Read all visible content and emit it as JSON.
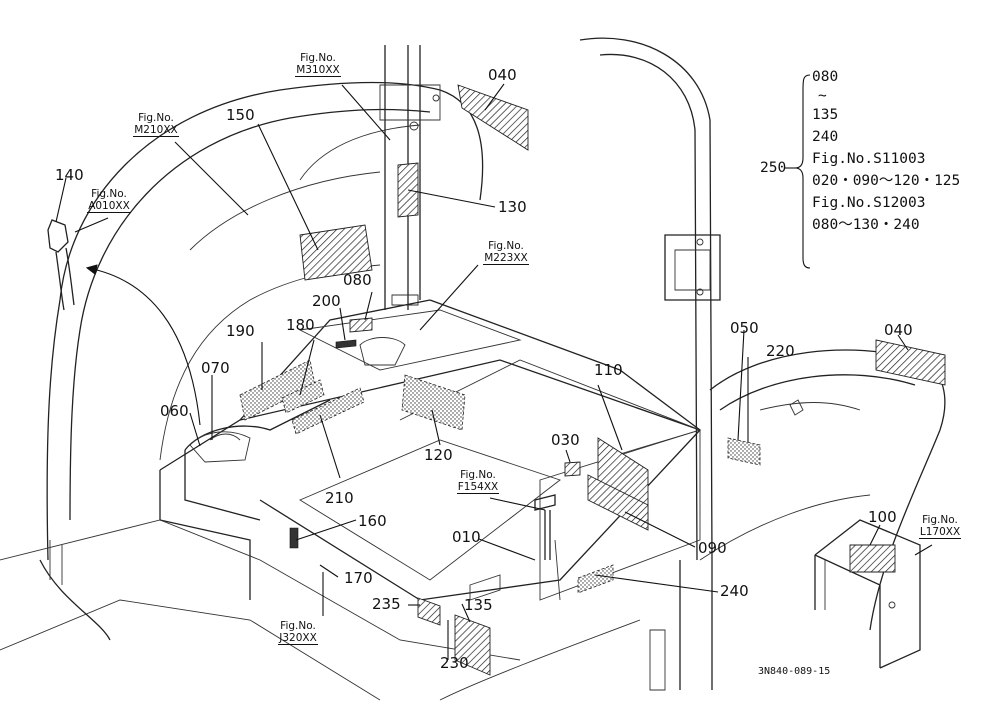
{
  "callouts": {
    "c010": "010",
    "c030": "030",
    "c040a": "040",
    "c040b": "040",
    "c050": "050",
    "c060": "060",
    "c070": "070",
    "c080": "080",
    "c090": "090",
    "c100": "100",
    "c110": "110",
    "c120": "120",
    "c130": "130",
    "c135": "135",
    "c140": "140",
    "c150": "150",
    "c160": "160",
    "c170": "170",
    "c180": "180",
    "c190": "190",
    "c200": "200",
    "c210": "210",
    "c220": "220",
    "c230": "230",
    "c235": "235",
    "c240": "240",
    "c250": "250"
  },
  "figure_refs": {
    "m310": {
      "prefix": "Fig.No.",
      "code": "M310XX"
    },
    "m210": {
      "prefix": "Fig.No.",
      "code": "M210XX"
    },
    "a010": {
      "prefix": "Fig.No.",
      "code": "A010XX"
    },
    "m223": {
      "prefix": "Fig.No.",
      "code": "M223XX"
    },
    "f154": {
      "prefix": "Fig.No.",
      "code": "F154XX"
    },
    "l170": {
      "prefix": "Fig.No.",
      "code": "L170XX"
    },
    "j320": {
      "prefix": "Fig.No.",
      "code": "J320XX"
    }
  },
  "reference_250": {
    "line1": "080",
    "line2": "~",
    "line3": "135",
    "line4": "240",
    "line5": "Fig.No.S11003",
    "line6": "020・090～120・125",
    "line7": "Fig.No.S12003",
    "line8": "080～130・240"
  },
  "document_number": "3N840-089-15"
}
